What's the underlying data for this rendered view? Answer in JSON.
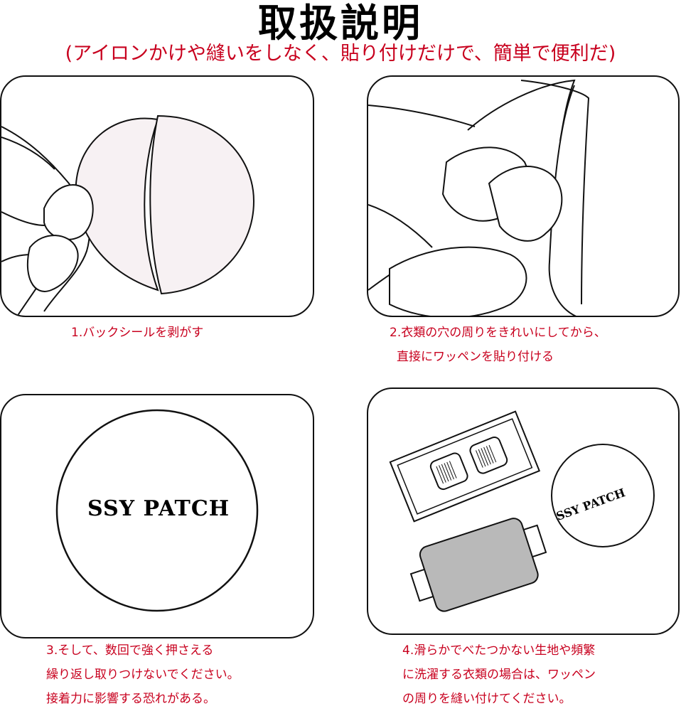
{
  "header": {
    "title": "取扱説明",
    "subtitle": "(アイロンかけや縫いをしなく、貼り付けだけで、簡単で便利だ)"
  },
  "steps": [
    {
      "lines": [
        "1.バックシールを剥がす"
      ]
    },
    {
      "lines": [
        "2.衣類の穴の周りをきれいにしてから、",
        "直接にワッペンを貼り付ける"
      ]
    },
    {
      "lines": [
        "3.そして、数回で強く押さえる",
        "繰り返し取りつけないでください。",
        "接着力に影響する恐れがある。"
      ]
    },
    {
      "lines": [
        "4.滑らかでべたつかない生地や頻繁",
        "に洗濯する衣類の場合は、ワッペン",
        "の周りを縫い付けてください。"
      ]
    }
  ],
  "patch": {
    "label": "SSY PATCH"
  },
  "colors": {
    "accent_red": "#c8001e",
    "outline": "#111111",
    "patch_fill": "#f7f1f3",
    "fabric_fill": "#b9b9b9"
  }
}
